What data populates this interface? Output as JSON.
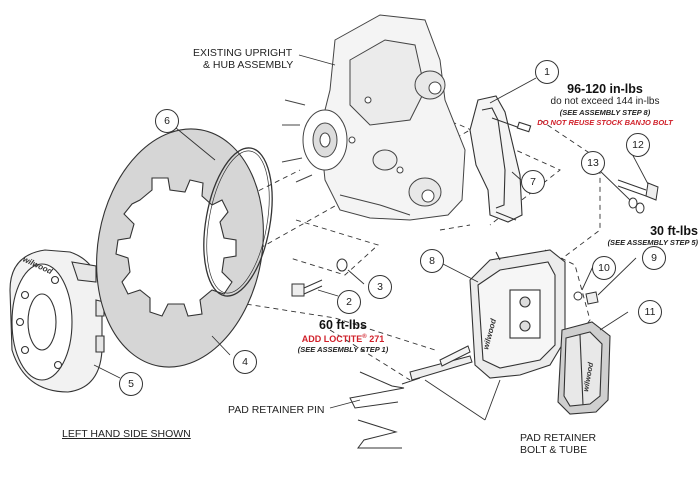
{
  "labels": {
    "upright": [
      "EXISTING UPRIGHT",
      "& HUB ASSEMBLY"
    ],
    "left_hand": "LEFT HAND SIDE SHOWN",
    "retainer_pin": "PAD RETAINER PIN",
    "retainer_bolt": [
      "PAD RETAINER",
      "BOLT & TUBE"
    ]
  },
  "torque": {
    "bracket": {
      "value": "96-120 in-lbs",
      "note": "do not exceed 144 in-lbs",
      "step": "(SEE ASSEMBLY STEP 8)",
      "warning": "DO NOT REUSE STOCK BANJO BOLT"
    },
    "caliper": {
      "value": "30 ft-lbs",
      "step": "(SEE ASSEMBLY STEP 5)"
    },
    "hat": {
      "value": "60 ft-lbs",
      "loctite_prefix": "ADD LOCTITE",
      "loctite_reg": "®",
      "loctite_num": " 271",
      "step": "(SEE ASSEMBLY STEP 1)"
    }
  },
  "callouts": [
    "1",
    "2",
    "3",
    "4",
    "5",
    "6",
    "7",
    "8",
    "9",
    "10",
    "11",
    "12",
    "13"
  ],
  "brand": "wilwood",
  "colors": {
    "ink": "#333333",
    "warning_red": "#d0202a",
    "rotor_fill": "#d6d6d6",
    "light_fill": "#ececec"
  }
}
